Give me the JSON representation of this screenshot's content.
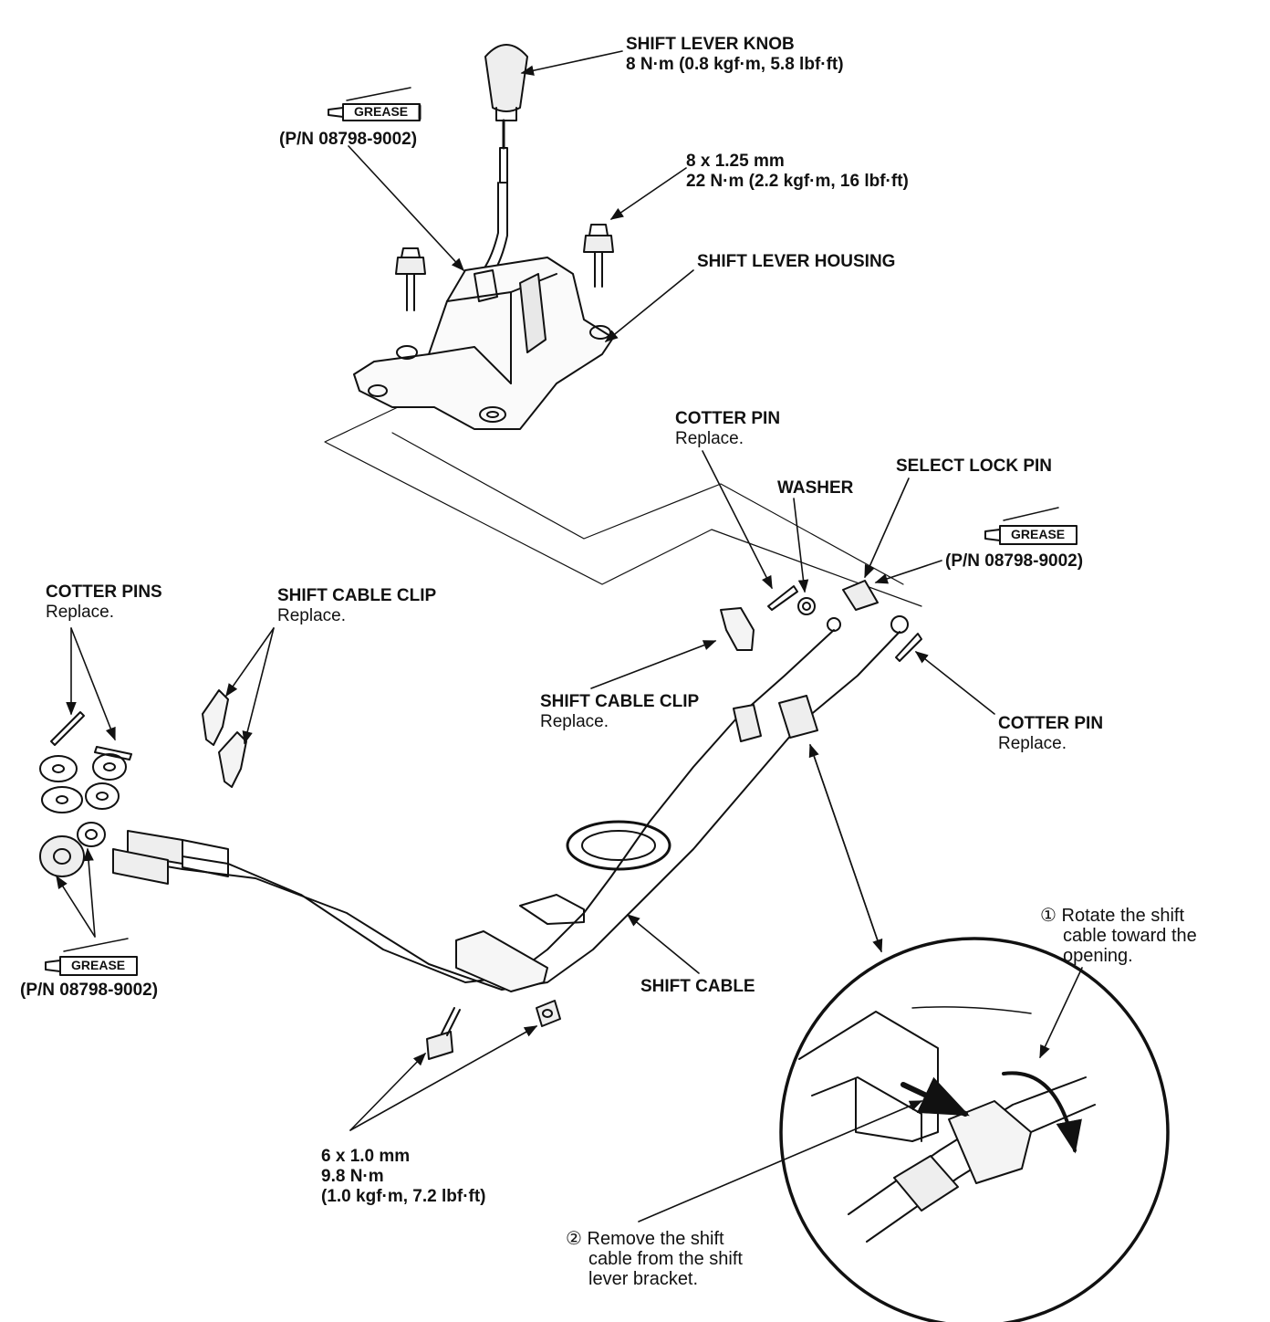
{
  "labels": {
    "shift_lever_knob": {
      "title": "SHIFT LEVER KNOB",
      "torque": "8 N·m (0.8 kgf·m, 5.8 lbf·ft)"
    },
    "pn_top": "(P/N 08798-9002)",
    "bolt_8": {
      "size": "8 x 1.25 mm",
      "torque": "22 N·m (2.2 kgf·m, 16 lbf·ft)"
    },
    "shift_lever_housing": "SHIFT LEVER HOUSING",
    "cotter_pin_top": {
      "title": "COTTER PIN",
      "note": "Replace."
    },
    "washer": "WASHER",
    "select_lock_pin": "SELECT LOCK PIN",
    "pn_right": "(P/N 08798-9002)",
    "cotter_pins": {
      "title": "COTTER PINS",
      "note": "Replace."
    },
    "shift_cable_clip_left": {
      "title": "SHIFT CABLE CLIP",
      "note": "Replace."
    },
    "shift_cable_clip_mid": {
      "title": "SHIFT CABLE CLIP",
      "note": "Replace."
    },
    "cotter_pin_right": {
      "title": "COTTER PIN",
      "note": "Replace."
    },
    "step1": {
      "marker": "①",
      "lines": [
        "Rotate the shift",
        "cable toward the",
        "opening."
      ]
    },
    "shift_cable": "SHIFT CABLE",
    "pn_left": "(P/N 08798-9002)",
    "bolt_6": {
      "size": "6 x 1.0 mm",
      "torque1": "9.8 N·m",
      "torque2": "(1.0 kgf·m, 7.2 lbf·ft)"
    },
    "step2": {
      "marker": "②",
      "lines": [
        "Remove the shift",
        "cable from the shift",
        "lever bracket."
      ]
    },
    "grease_tag": "GREASE"
  }
}
